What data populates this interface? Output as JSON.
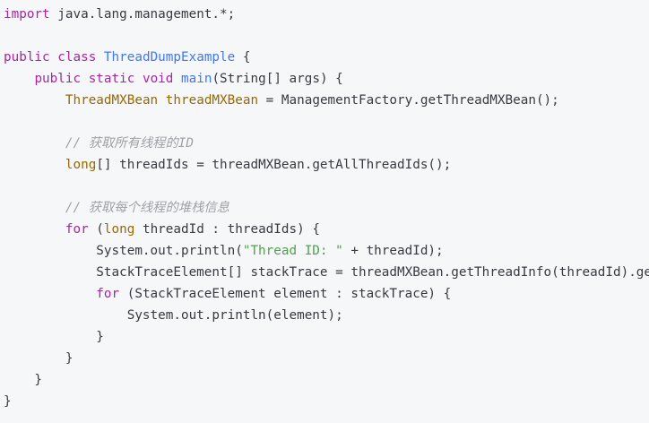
{
  "code_view": {
    "lines": [
      [
        {
          "c": "k",
          "t": "import"
        },
        {
          "c": "p",
          "t": " java.lang.management.*;"
        }
      ],
      [],
      [
        {
          "c": "k",
          "t": "public"
        },
        {
          "c": "p",
          "t": " "
        },
        {
          "c": "k",
          "t": "class"
        },
        {
          "c": "p",
          "t": " "
        },
        {
          "c": "f",
          "t": "ThreadDumpExample"
        },
        {
          "c": "p",
          "t": " {"
        }
      ],
      [
        {
          "c": "p",
          "t": "    "
        },
        {
          "c": "k",
          "t": "public"
        },
        {
          "c": "p",
          "t": " "
        },
        {
          "c": "k",
          "t": "static"
        },
        {
          "c": "p",
          "t": " "
        },
        {
          "c": "k",
          "t": "void"
        },
        {
          "c": "p",
          "t": " "
        },
        {
          "c": "f",
          "t": "main"
        },
        {
          "c": "p",
          "t": "(String[] args) {"
        }
      ],
      [
        {
          "c": "p",
          "t": "        "
        },
        {
          "c": "t",
          "t": "ThreadMXBean"
        },
        {
          "c": "p",
          "t": " "
        },
        {
          "c": "t",
          "t": "threadMXBean"
        },
        {
          "c": "p",
          "t": " = ManagementFactory.getThreadMXBean();"
        }
      ],
      [],
      [
        {
          "c": "p",
          "t": "        "
        },
        {
          "c": "c",
          "t": "// 获取所有线程的ID"
        }
      ],
      [
        {
          "c": "p",
          "t": "        "
        },
        {
          "c": "t",
          "t": "long"
        },
        {
          "c": "p",
          "t": "[] threadIds = threadMXBean.getAllThreadIds();"
        }
      ],
      [],
      [
        {
          "c": "p",
          "t": "        "
        },
        {
          "c": "c",
          "t": "// 获取每个线程的堆栈信息"
        }
      ],
      [
        {
          "c": "p",
          "t": "        "
        },
        {
          "c": "k",
          "t": "for"
        },
        {
          "c": "p",
          "t": " ("
        },
        {
          "c": "t",
          "t": "long"
        },
        {
          "c": "p",
          "t": " threadId : threadIds) {"
        }
      ],
      [
        {
          "c": "p",
          "t": "            System.out.println("
        },
        {
          "c": "s",
          "t": "\"Thread ID: \""
        },
        {
          "c": "p",
          "t": " + threadId);"
        }
      ],
      [
        {
          "c": "p",
          "t": "            StackTraceElement[] stackTrace = threadMXBean.getThreadInfo(threadId).getS"
        }
      ],
      [
        {
          "c": "p",
          "t": "            "
        },
        {
          "c": "k",
          "t": "for"
        },
        {
          "c": "p",
          "t": " (StackTraceElement element : stackTrace) {"
        }
      ],
      [
        {
          "c": "p",
          "t": "                System.out.println(element);"
        }
      ],
      [
        {
          "c": "p",
          "t": "            }"
        }
      ],
      [
        {
          "c": "p",
          "t": "        }"
        }
      ],
      [
        {
          "c": "p",
          "t": "    }"
        }
      ],
      [
        {
          "c": "p",
          "t": "}"
        }
      ]
    ]
  }
}
